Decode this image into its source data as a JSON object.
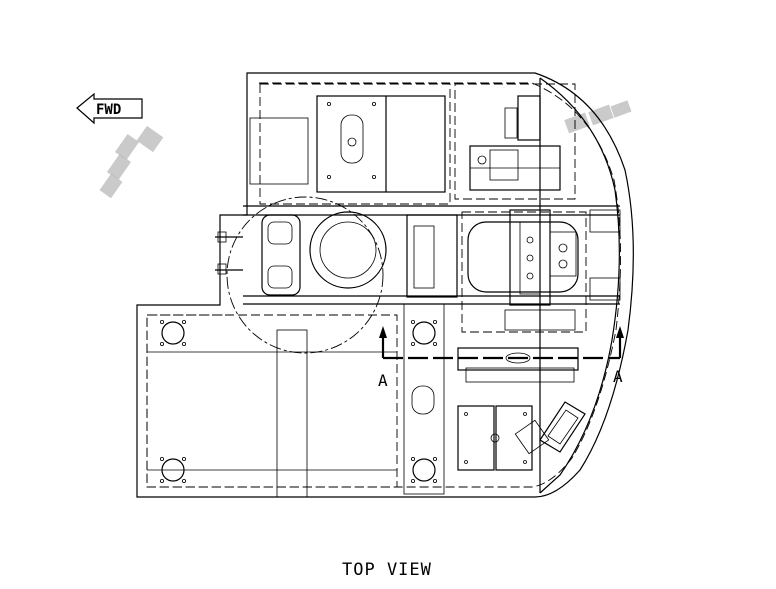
{
  "drawing": {
    "view_caption": "TOP VIEW",
    "fwd_label": "FWD",
    "section_label_left": "A",
    "section_label_right": "A"
  },
  "colors": {
    "line": "#000000",
    "background": "#ffffff",
    "redaction_blur": "#b8b8b8"
  }
}
